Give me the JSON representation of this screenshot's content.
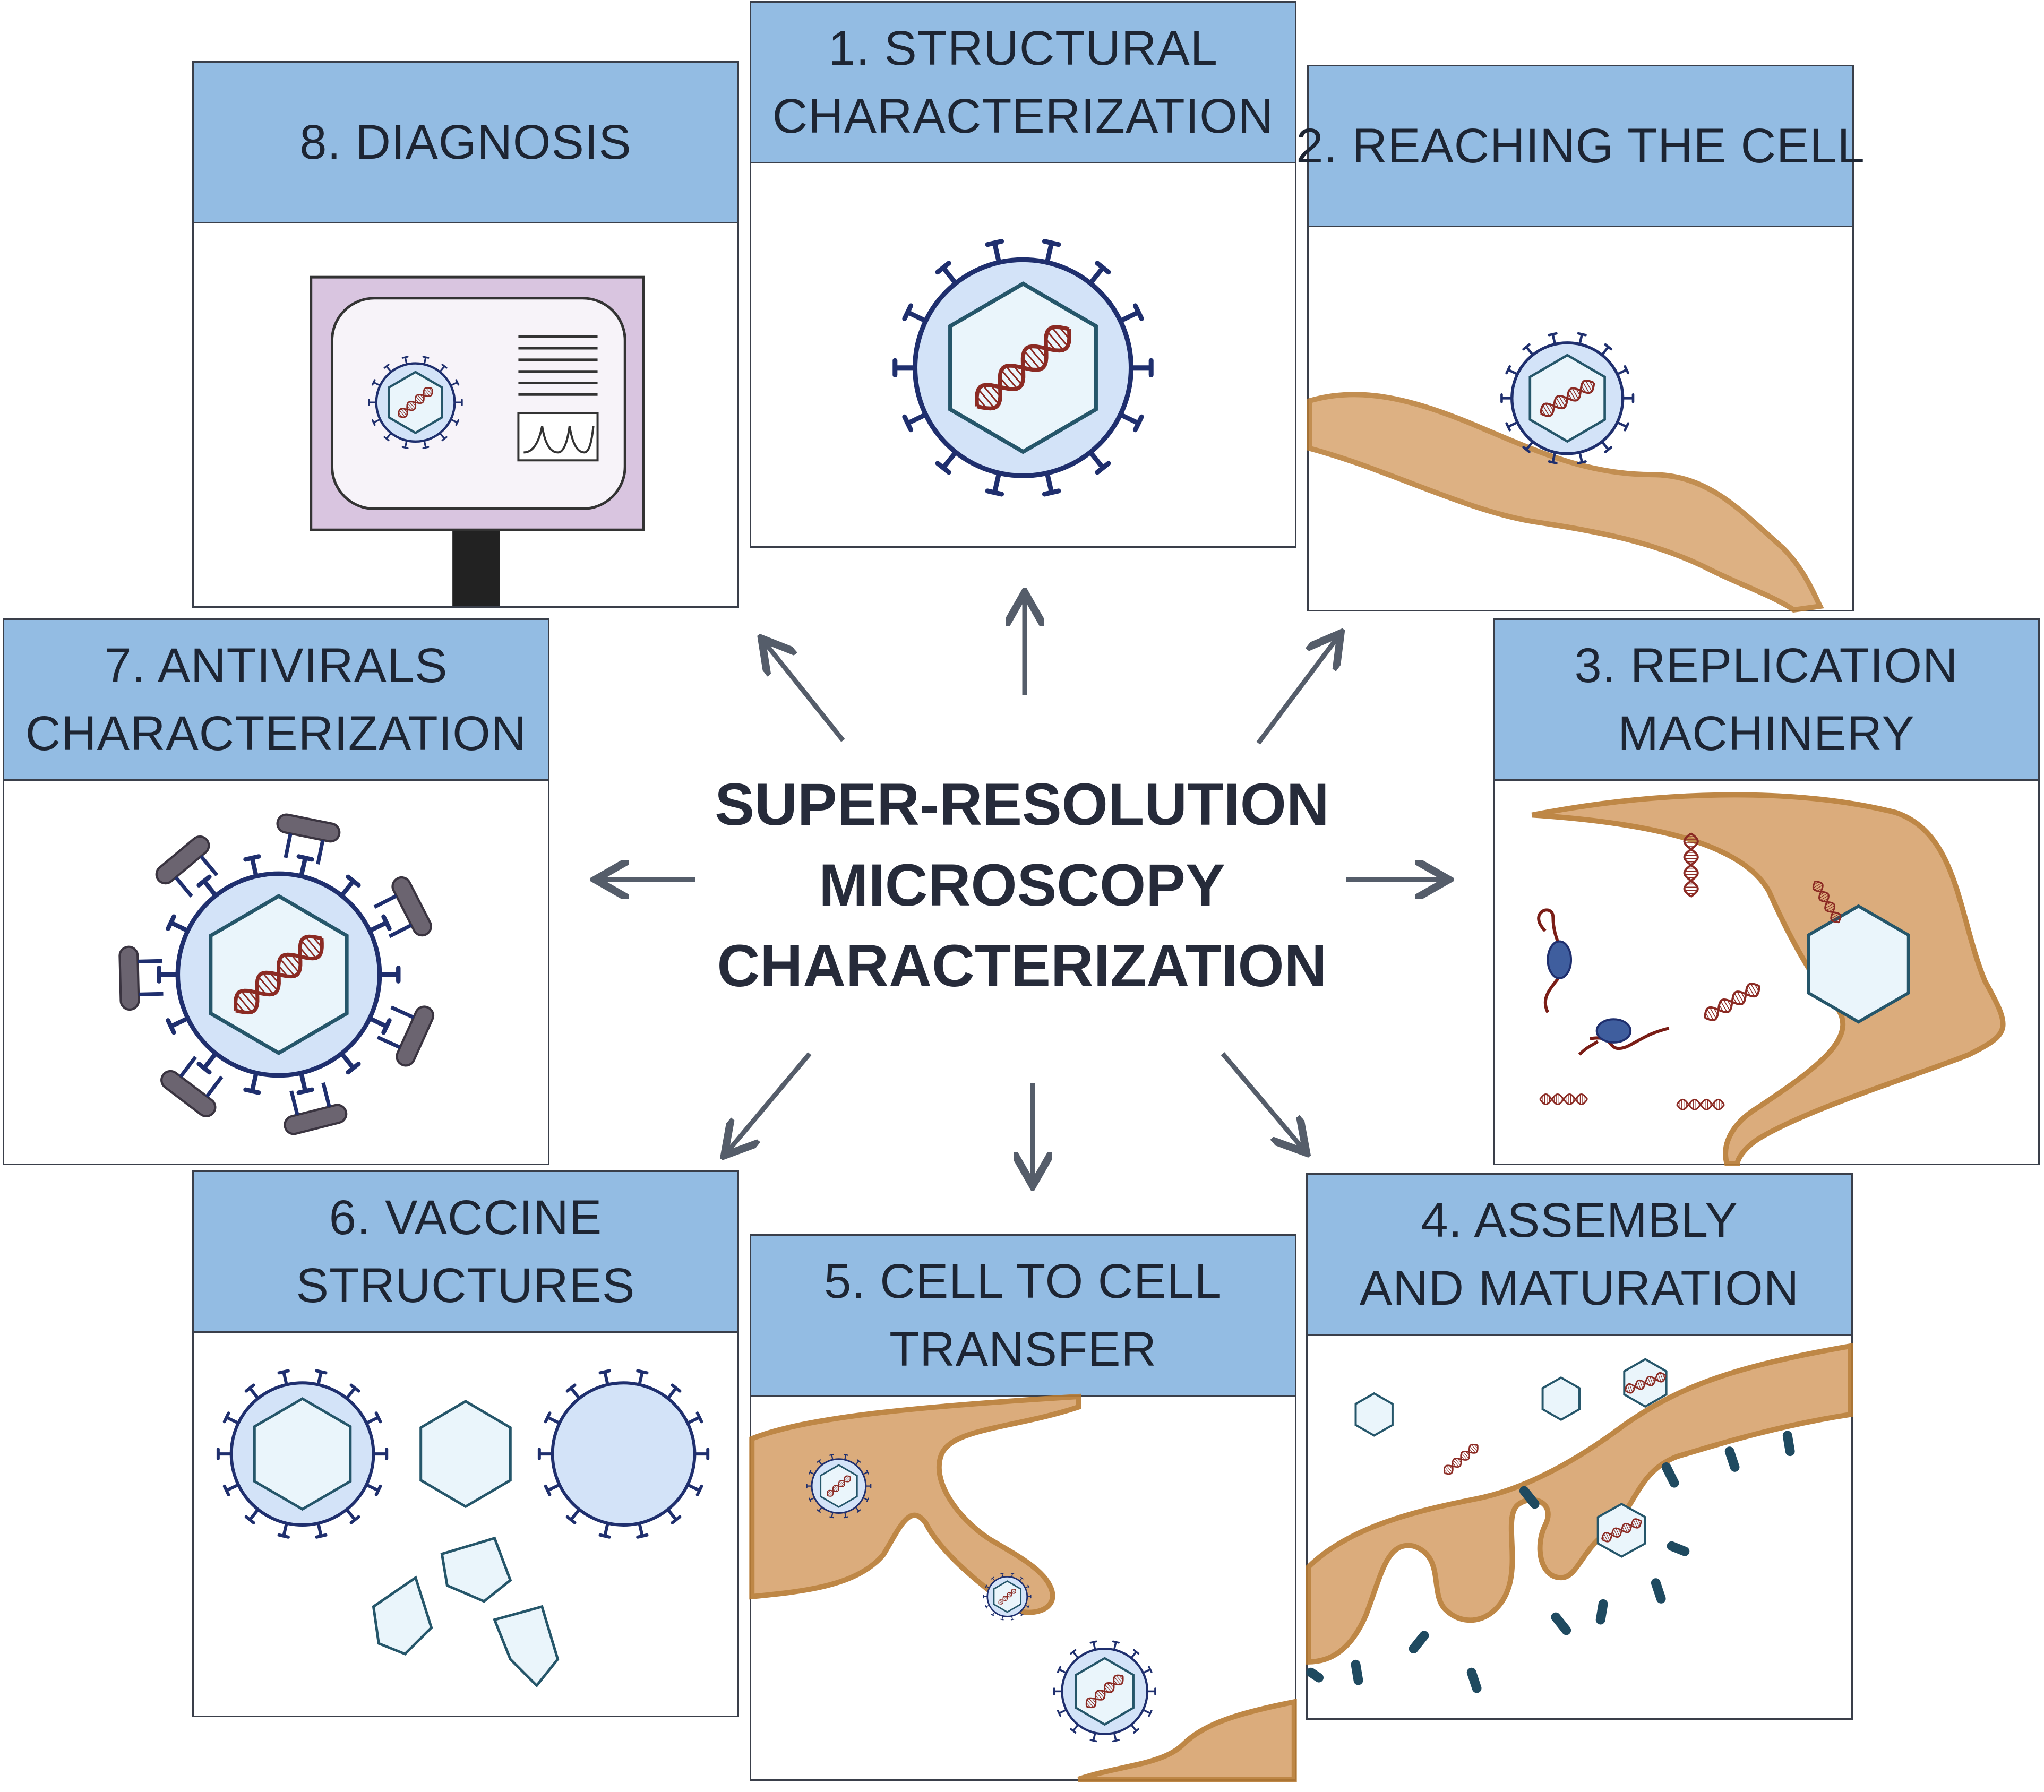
{
  "center_title": [
    "SUPER-RESOLUTION",
    "MICROSCOPY",
    "CHARACTERIZATION"
  ],
  "panels": [
    {
      "id": "structural",
      "title": [
        "1. STRUCTURAL",
        "CHARACTERIZATION"
      ]
    },
    {
      "id": "reaching",
      "title": [
        "2. REACHING  THE CELL"
      ]
    },
    {
      "id": "replication",
      "title": [
        "3. REPLICATION",
        "MACHINERY"
      ]
    },
    {
      "id": "assembly",
      "title": [
        "4. ASSEMBLY",
        "AND MATURATION"
      ]
    },
    {
      "id": "transfer",
      "title": [
        "5. CELL TO CELL",
        "TRANSFER"
      ]
    },
    {
      "id": "vaccine",
      "title": [
        "6. VACCINE",
        "STRUCTURES"
      ]
    },
    {
      "id": "antivirals",
      "title": [
        "7. ANTIVIRALS",
        "CHARACTERIZATION"
      ]
    },
    {
      "id": "diagnosis",
      "title": [
        "8. DIAGNOSIS"
      ]
    }
  ],
  "colors": {
    "header": "#93bce3",
    "virus_shell": "#d3e3f8",
    "virus_outline": "#1f2f6e",
    "capsid": "#eaf5fb",
    "capsid_outline": "#25566a",
    "dna": "#8b2a23",
    "cell": "#d8a46e",
    "cell_edge": "#b87b33",
    "receptor": "#1f4a60",
    "antibody": "#6b6470",
    "monitor": "#d9c5e0",
    "arrow": "#555d6a"
  }
}
